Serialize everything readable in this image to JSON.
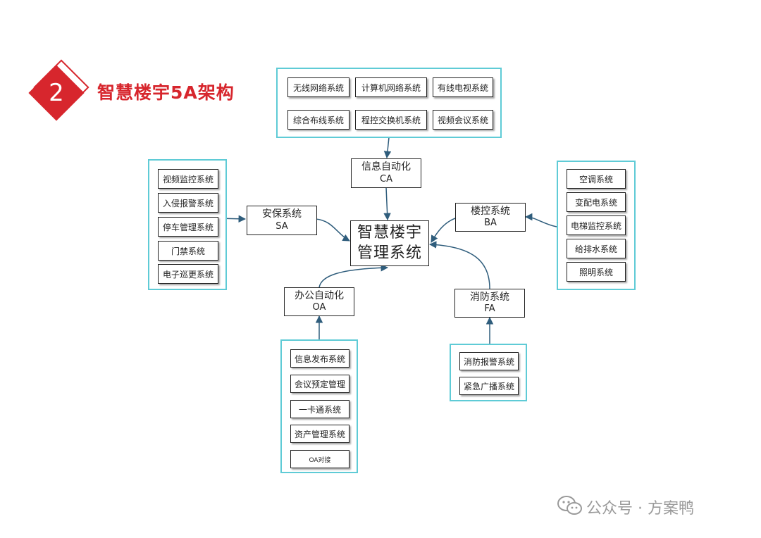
{
  "header": {
    "number": "2",
    "title": "智慧楼宇5A架构"
  },
  "center": {
    "line1": "智慧楼宇",
    "line2": "管理系统"
  },
  "ca": {
    "label": "信息自动化",
    "abbr": "CA",
    "items": [
      "无线网络系统",
      "计算机网络系统",
      "有线电视系统",
      "综合布线系统",
      "程控交换机系统",
      "视频会议系统"
    ]
  },
  "sa": {
    "label": "安保系统",
    "abbr": "SA",
    "items": [
      "视频监控系统",
      "入侵报警系统",
      "停车管理系统",
      "门禁系统",
      "电子巡更系统"
    ]
  },
  "ba": {
    "label": "楼控系统",
    "abbr": "BA",
    "items": [
      "空调系统",
      "变配电系统",
      "电梯监控系统",
      "给排水系统",
      "照明系统"
    ]
  },
  "oa": {
    "label": "办公自动化",
    "abbr": "OA",
    "items": [
      "信息发布系统",
      "会议预定管理",
      "一卡通系统",
      "资产管理系统",
      "OA对接"
    ]
  },
  "fa": {
    "label": "消防系统",
    "abbr": "FA",
    "items": [
      "消防报警系统",
      "紧急广播系统"
    ]
  },
  "watermark": {
    "text": "公众号 · 方案鸭",
    "icon": "wechat-icon"
  },
  "colors": {
    "accent": "#d7262d",
    "group_border": "#5fcbd6",
    "arrow": "#2f5d7c",
    "watermark": "#9a9a9a"
  }
}
